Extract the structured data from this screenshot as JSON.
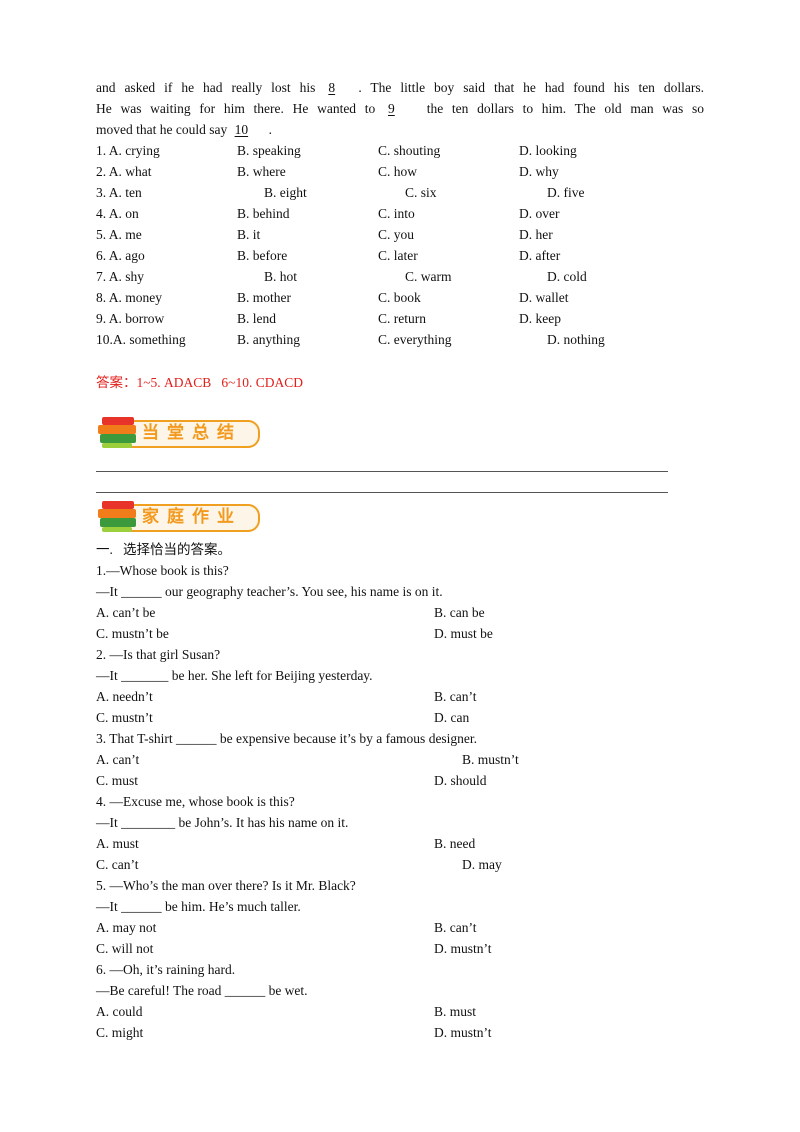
{
  "passage": {
    "line1_pre": "and asked if he had really lost his ",
    "blank8": "8",
    "line1_post": ". The little boy said that he had found his ten dollars.",
    "line2_pre": "He was waiting for him there. He wanted to ",
    "blank9": "9",
    "line2_post": " the ten dollars to him. The old man was so",
    "line3_pre": "moved that he could say ",
    "blank10": "10",
    "line3_post": "."
  },
  "cloze_options": [
    {
      "num": "1. A. crying",
      "b": "B. speaking",
      "c": "C. shouting",
      "d": "D. looking"
    },
    {
      "num": "2. A. what",
      "b": "B. where",
      "c": "C. how",
      "d": "D. why"
    },
    {
      "num": "3. A. ten",
      "b": "B. eight",
      "c": "C. six",
      "d": "D. five"
    },
    {
      "num": "4. A. on",
      "b": "B. behind",
      "c": "C. into",
      "d": "D. over"
    },
    {
      "num": "5. A. me",
      "b": "B. it",
      "c": "C. you",
      "d": "D. her"
    },
    {
      "num": "6. A. ago",
      "b": "B. before",
      "c": "C. later",
      "d": "D. after"
    },
    {
      "num": "7. A. shy",
      "b": "B. hot",
      "c": "C. warm",
      "d": "D. cold"
    },
    {
      "num": "8. A. money",
      "b": "B. mother",
      "c": "C. book",
      "d": "D. wallet"
    },
    {
      "num": "9. A. borrow",
      "b": "B. lend",
      "c": "C. return",
      "d": "D. keep"
    },
    {
      "num": "10.A. something",
      "b": "B. anything",
      "c": "C. everything",
      "d": "D. nothing"
    }
  ],
  "answer": "答案：1~5. ADACB   6~10. CDACD",
  "banner_summary": "当堂总结",
  "banner_homework": "家庭作业",
  "homework": {
    "section_title": "一.   选择恰当的答案。",
    "questions": [
      {
        "q": "1.—Whose book is this?",
        "prompt": "—It ______ our geography teacher’s. You see, his name is on it.",
        "a": "A. can’t be",
        "b": "B. can be",
        "c": "C. mustn’t be",
        "d": "D. must be"
      },
      {
        "q": "2. —Is that girl Susan?",
        "prompt": "—It _______ be her. She left for Beijing yesterday.",
        "a": "A. needn’t",
        "b": "B. can’t",
        "c": "C. mustn’t",
        "d": "D. can"
      },
      {
        "q": "3. That T-shirt ______ be expensive because it’s by a famous designer.",
        "prompt": "",
        "a": "A. can’t",
        "b": "B. mustn’t",
        "c": "C. must",
        "d": "D. should"
      },
      {
        "q": "4. —Excuse me, whose book is this?",
        "prompt": "—It ________ be John’s. It has his name on it.",
        "a": "A. must",
        "b": "B. need",
        "c": "C. can’t",
        "d": "D. may"
      },
      {
        "q": "5. —Who’s the man over there? Is it Mr. Black?",
        "prompt": "—It ______ be him. He’s much taller.",
        "a": "A. may not",
        "b": "B. can’t",
        "c": "C. will not",
        "d": "D. mustn’t"
      },
      {
        "q": "6. —Oh, it’s raining hard.",
        "prompt": "—Be careful! The road ______ be wet.",
        "a": "A. could",
        "b": "B. must",
        "c": "C. might",
        "d": "D. mustn’t"
      }
    ]
  },
  "colors": {
    "answer_red": "#e0201b",
    "banner_orange": "#f39a1e",
    "books_green": "#3c9a3c"
  }
}
